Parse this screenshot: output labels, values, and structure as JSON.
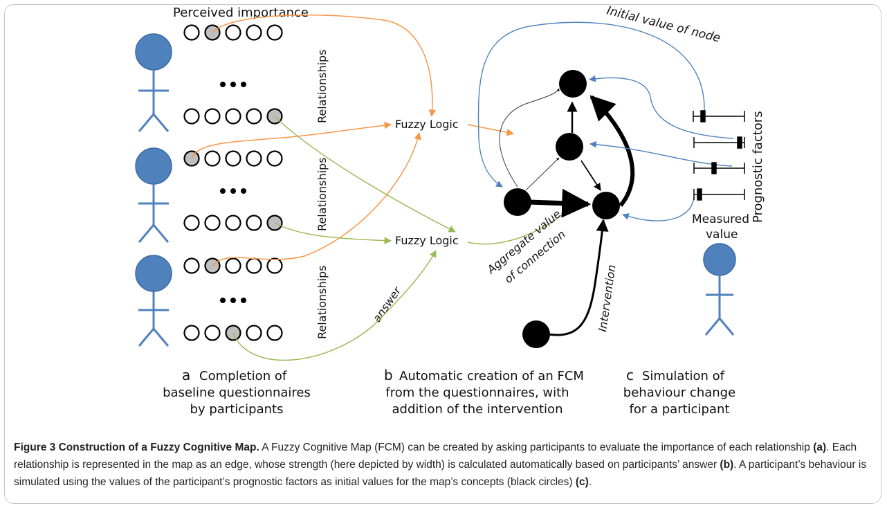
{
  "panel_a": {
    "top_label": "Perceived importance",
    "relationships_label": "Relationships",
    "letter": "a",
    "title_line1": "Completion of",
    "title_line2": "baseline questionnaires",
    "title_line3": "by participants",
    "answer_label": "answer"
  },
  "panel_b": {
    "fuzzy_logic_label": "Fuzzy Logic",
    "aggregate_line1": "Aggregate value",
    "aggregate_line2": "of connection",
    "intervention_label": "Intervention",
    "initial_value_label": "Initial value of node",
    "letter": "b",
    "title_line1": "Automatic creation of an FCM",
    "title_line2": "from the questionnaires, with",
    "title_line3": "addition of the intervention"
  },
  "panel_c": {
    "prognostic_label": "Prognostic factors",
    "measured_line1": "Measured",
    "measured_line2": "value",
    "letter": "c",
    "title_line1": "Simulation of",
    "title_line2": "behaviour change",
    "title_line3": "for a participant"
  },
  "colors": {
    "person": "#4f81bd",
    "orange": "#f79646",
    "green": "#9bbb59",
    "blue": "#4f81bd",
    "marked_circle": "#bfbfbf"
  },
  "caption": {
    "label": "Figure 3 Construction of a Fuzzy Cognitive Map.",
    "part1": " A Fuzzy Cognitive Map (FCM) can be created by asking participants to evaluate the importance of each relationship ",
    "ref_a": "(a)",
    "part2": ". Each relationship is represented in the map as an edge, whose strength (here depicted by width) is calculated automatically based on participants’ answer ",
    "ref_b": "(b)",
    "part3": ". A participant’s behaviour is simulated using the values of the participant’s prognostic factors as initial values for the map’s concepts (black circles) ",
    "ref_c": "(c)",
    "part4": "."
  }
}
